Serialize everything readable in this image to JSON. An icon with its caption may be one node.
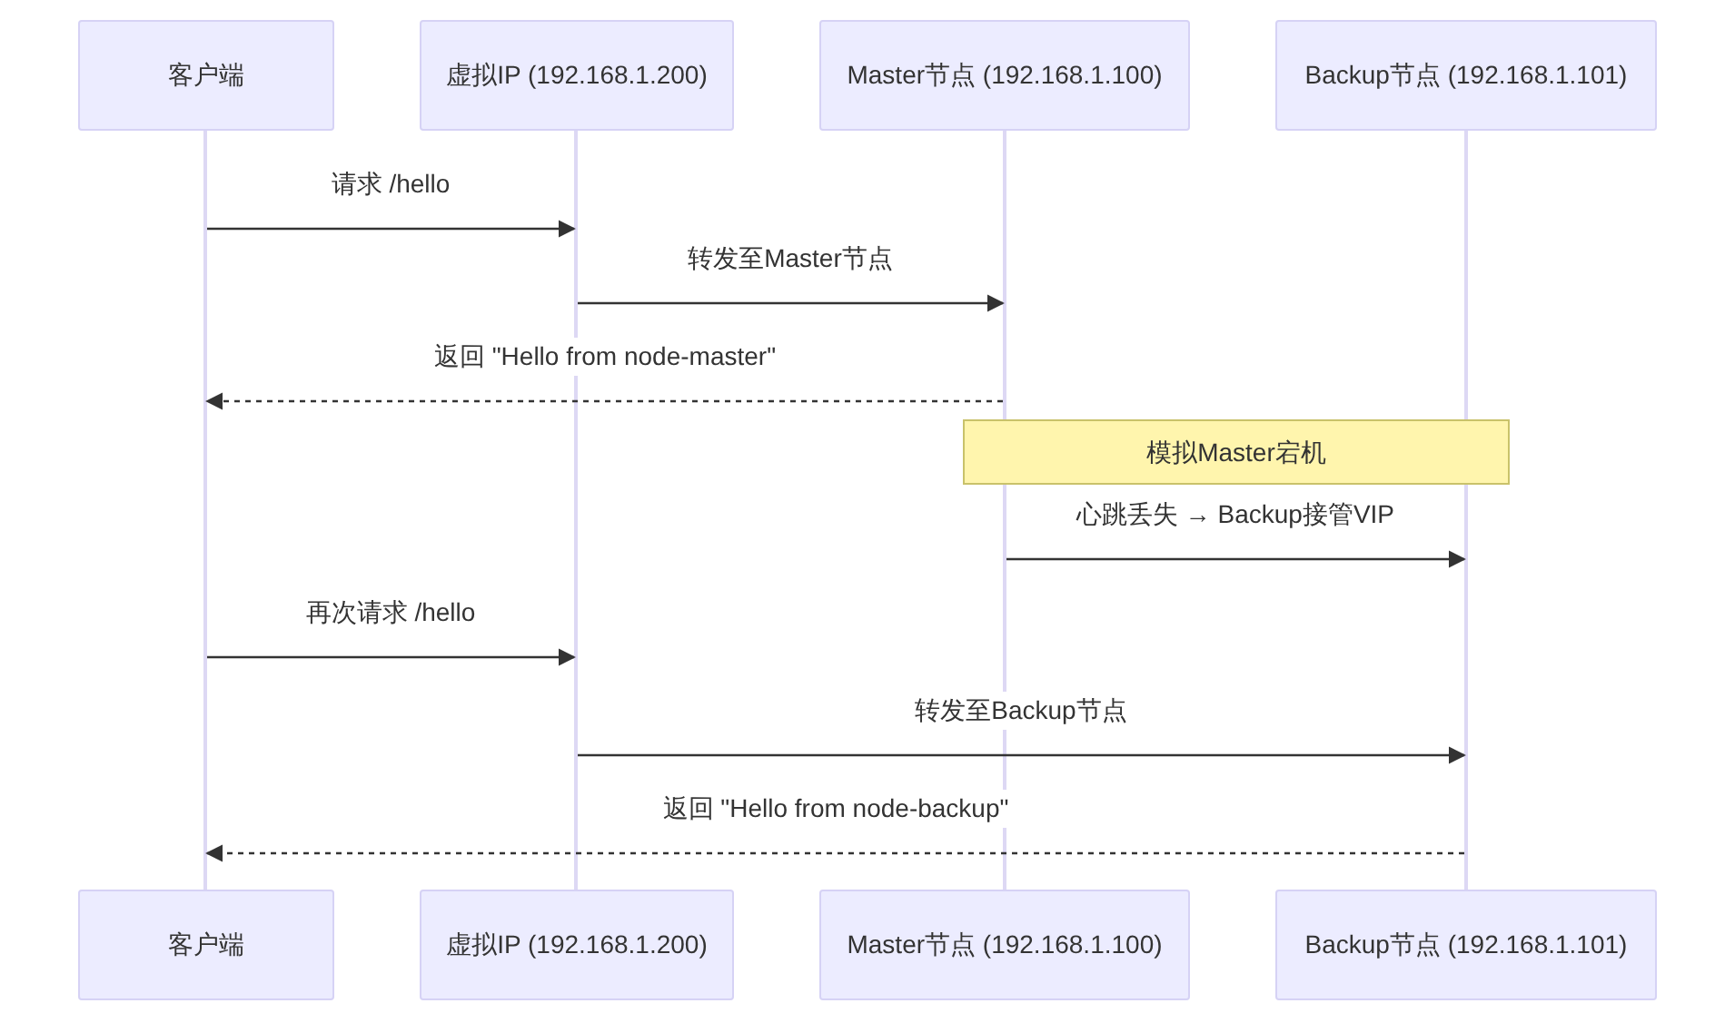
{
  "diagram": {
    "nodes": [
      {
        "text": [
          "客户端"
        ]
      },
      {
        "text": [
          "虚拟IP (192.168.1.200)"
        ]
      },
      {
        "text": [
          "Master节点 (192.168.1.100)"
        ]
      },
      {
        "text": [
          "Backup节点 (192.168.1.101)"
        ]
      },
      {
        "text": [],
        "shape": "bar"
      },
      {
        "text": [],
        "shape": "bar"
      },
      {
        "text": [],
        "shape": "bar"
      },
      {
        "text": [],
        "shape": "bar"
      },
      {
        "text": [
          "模拟Master宕机"
        ]
      },
      {
        "text": [
          "客户端"
        ]
      },
      {
        "text": [
          "虚拟IP (192.168.1.200)"
        ]
      },
      {
        "text": [
          "Master节点 (192.168.1.100)"
        ]
      },
      {
        "text": [
          "Backup节点 (192.168.1.101)"
        ]
      }
    ],
    "edges": [
      {
        "from": 4,
        "to": 5,
        "arrow": "to",
        "label": "请求 /hello"
      },
      {
        "from": 5,
        "to": 6,
        "arrow": "to",
        "label": "转发至Master节点"
      },
      {
        "from": 6,
        "to": 4,
        "arrow": "to",
        "label": "返回 \"Hello from node-master\"",
        "style": "dashed"
      },
      {
        "from": 6,
        "to": 7,
        "arrow": "to",
        "label": "心跳丢失 → Backup接管VIP"
      },
      {
        "from": 4,
        "to": 5,
        "arrow": "to",
        "label": "再次请求 /hello"
      },
      {
        "from": 5,
        "to": 7,
        "arrow": "to",
        "label": "转发至Backup节点"
      },
      {
        "from": 7,
        "to": 4,
        "arrow": "to",
        "label": "返回 \"Hello from node-backup\"",
        "style": "dashed"
      }
    ]
  }
}
